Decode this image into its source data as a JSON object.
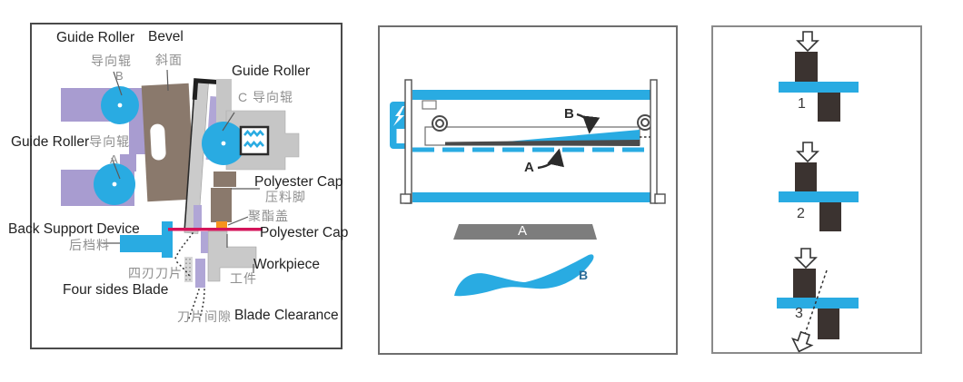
{
  "colors": {
    "blue": "#29ABE2",
    "lavender": "#A89CD0",
    "brown": "#8A796C",
    "magenta": "#D4145A",
    "orange": "#F7931E",
    "dark_blade": "#3B3330",
    "structure_gray": "#C9C9C9"
  },
  "panel1": {
    "labels": {
      "guide_roller_b_en": "Guide Roller",
      "guide_roller_b_cn": "导向辊",
      "roller_b": "B",
      "bevel_en": "Bevel",
      "bevel_cn": "斜面",
      "guide_roller_c_en": "Guide Roller",
      "guide_roller_c_cn": "C 导向辊",
      "guide_roller_a_en": "Guide Roller",
      "guide_roller_a_cn": "导向辊",
      "roller_a": "A",
      "polyester_cap_top_en": "Polyester Cap",
      "polyester_cap_top_cn": "压料脚",
      "polyester_cover_cn": "聚酯盖",
      "polyester_cap_bottom_en": "Polyester Cap",
      "back_support_en": "Back Support Device",
      "back_support_cn": "后档料",
      "four_sides_blade_cn": "四刃刀片",
      "four_sides_blade_en": "Four sides Blade",
      "workpiece_en": "Workpiece",
      "workpiece_cn": "工件",
      "blade_clearance_cn": "刀片间隙",
      "blade_clearance_en": "Blade Clearance"
    }
  },
  "panel2": {
    "markers": {
      "upper": "B",
      "lower": "A"
    },
    "shapes": {
      "straight_label": "A",
      "twisted_label": "B"
    }
  },
  "panel3": {
    "steps": [
      {
        "num": "1"
      },
      {
        "num": "2"
      },
      {
        "num": "3"
      }
    ]
  }
}
